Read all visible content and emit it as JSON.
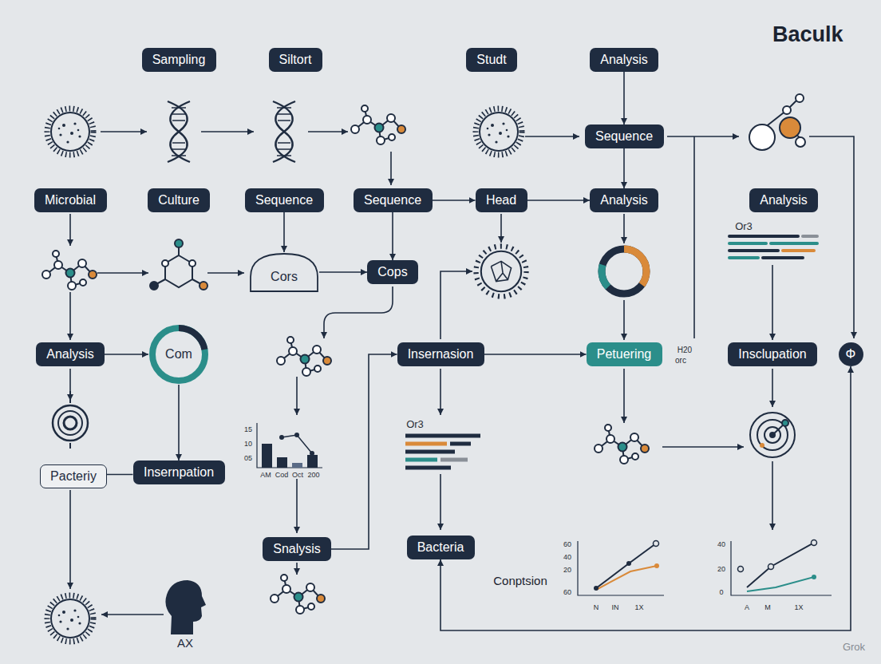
{
  "diagram": {
    "title": "Baculk",
    "nodes": [
      {
        "text": [
          "Sampling"
        ]
      },
      {
        "text": [
          "Siltort"
        ]
      },
      {
        "text": [
          "Studt"
        ]
      },
      {
        "text": [
          "Analysis"
        ]
      },
      {
        "text": [
          "Sequence"
        ]
      },
      {
        "text": [
          "Microbial"
        ]
      },
      {
        "text": [
          "Culture"
        ]
      },
      {
        "text": [
          "Sequence"
        ]
      },
      {
        "text": [
          "Sequence"
        ]
      },
      {
        "text": [
          "Head"
        ]
      },
      {
        "text": [
          "Analysis"
        ]
      },
      {
        "text": [
          "Analysis"
        ]
      },
      {
        "text": [
          "Cors"
        ]
      },
      {
        "text": [
          "Cops"
        ]
      },
      {
        "text": [
          "Analysis"
        ]
      },
      {
        "text": [
          "Com"
        ]
      },
      {
        "text": [
          "Insernasion"
        ]
      },
      {
        "text": [
          "Petuering"
        ]
      },
      {
        "text": [
          "Insclupation"
        ]
      },
      {
        "text": [
          "Φ"
        ]
      },
      {
        "text": [
          "Pacteriy"
        ]
      },
      {
        "text": [
          "Insernpation"
        ]
      },
      {
        "text": [
          "Snalysis"
        ]
      },
      {
        "text": [
          "Bacteria"
        ]
      }
    ],
    "edges": [
      {
        "from": 3,
        "to": 4,
        "arrow": "to"
      },
      {
        "from": 4,
        "to": 10,
        "arrow": "to"
      },
      {
        "from": 8,
        "to": 9,
        "arrow": "to"
      },
      {
        "from": 9,
        "to": 10,
        "arrow": "to"
      },
      {
        "from": 7,
        "to": 12,
        "arrow": "to"
      },
      {
        "from": 12,
        "to": 13,
        "arrow": "to"
      },
      {
        "from": 8,
        "to": 13,
        "arrow": "to"
      },
      {
        "from": 14,
        "to": 15,
        "arrow": "to"
      },
      {
        "from": 15,
        "to": 21,
        "arrow": "to"
      },
      {
        "from": 20,
        "to": 21,
        "arrow": "none"
      },
      {
        "from": 16,
        "to": 17,
        "arrow": "to"
      },
      {
        "from": 22,
        "to": 16,
        "arrow": "to"
      },
      {
        "from": 19,
        "to": 23,
        "arrow": "both"
      }
    ],
    "labels": [
      "Or3",
      "H20",
      "orc",
      "Or3",
      "15",
      "10",
      "05",
      "AM",
      "Cod",
      "Oct",
      "200",
      "AX",
      "Conptsion",
      "60",
      "40",
      "20",
      "60",
      "N",
      "IN",
      "1X",
      "40",
      "20",
      "0",
      "A",
      "M",
      "1X",
      "Grok"
    ]
  }
}
